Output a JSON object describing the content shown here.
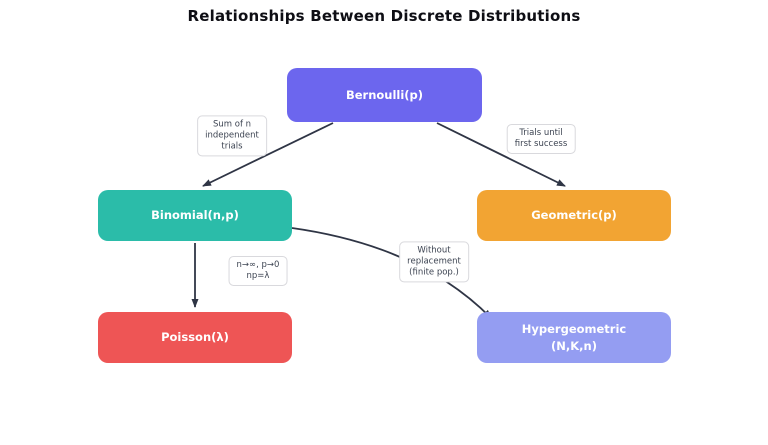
{
  "title": "Relationships Between Discrete Distributions",
  "diagram": {
    "arrow_color": "#2f3545",
    "label_border_color": "#d9d9dd",
    "label_text_color": "#3d4452",
    "nodes": [
      {
        "id": "bernoulli",
        "label": "Bernoulli(p)",
        "color": "#6c66ee"
      },
      {
        "id": "binomial",
        "label": "Binomial(n,p)",
        "color": "#2bbca9"
      },
      {
        "id": "geometric",
        "label": "Geometric(p)",
        "color": "#f2a433"
      },
      {
        "id": "poisson",
        "label": "Poisson(λ)",
        "color": "#ee5555"
      },
      {
        "id": "hypergeometric",
        "label_line1": "Hypergeometric",
        "label_line2": "(N,K,n)",
        "color": "#949df2"
      }
    ],
    "edges": [
      {
        "from": "Bernoulli(p)",
        "to": "Binomial(n,p)",
        "label_line1": "Sum of n",
        "label_line2": "independent",
        "label_line3": "trials"
      },
      {
        "from": "Bernoulli(p)",
        "to": "Geometric(p)",
        "label_line1": "Trials until",
        "label_line2": "first success"
      },
      {
        "from": "Binomial(n,p)",
        "to": "Poisson(λ)",
        "label_line1": "n→∞, p→0",
        "label_line2": "np=λ"
      },
      {
        "from": "Binomial(n,p)",
        "to": "Hypergeometric (N,K,n)",
        "label_line1": "Without",
        "label_line2": "replacement",
        "label_line3": "(finite pop.)"
      }
    ]
  }
}
